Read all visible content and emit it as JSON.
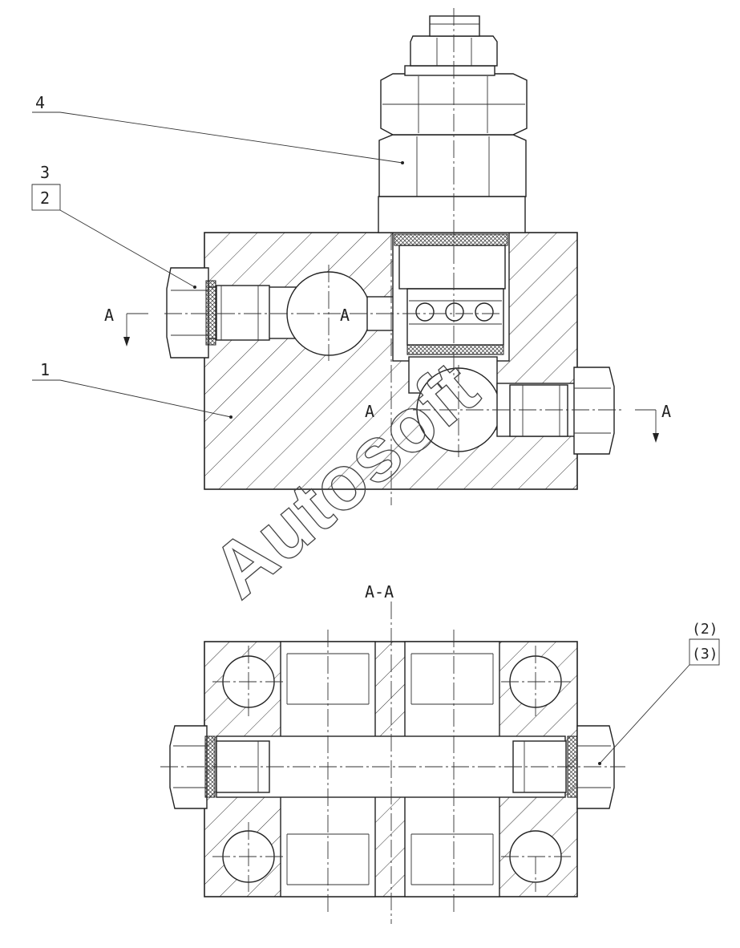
{
  "labels": {
    "part1": "1",
    "part2": "2",
    "part3": "3",
    "part4": "4",
    "ref2": "(2)",
    "ref3": "(3)",
    "section_letter": "A",
    "section_title": "A-A"
  },
  "watermark": "Autosoft",
  "colors": {
    "line": "#222222",
    "paper": "#ffffff"
  }
}
